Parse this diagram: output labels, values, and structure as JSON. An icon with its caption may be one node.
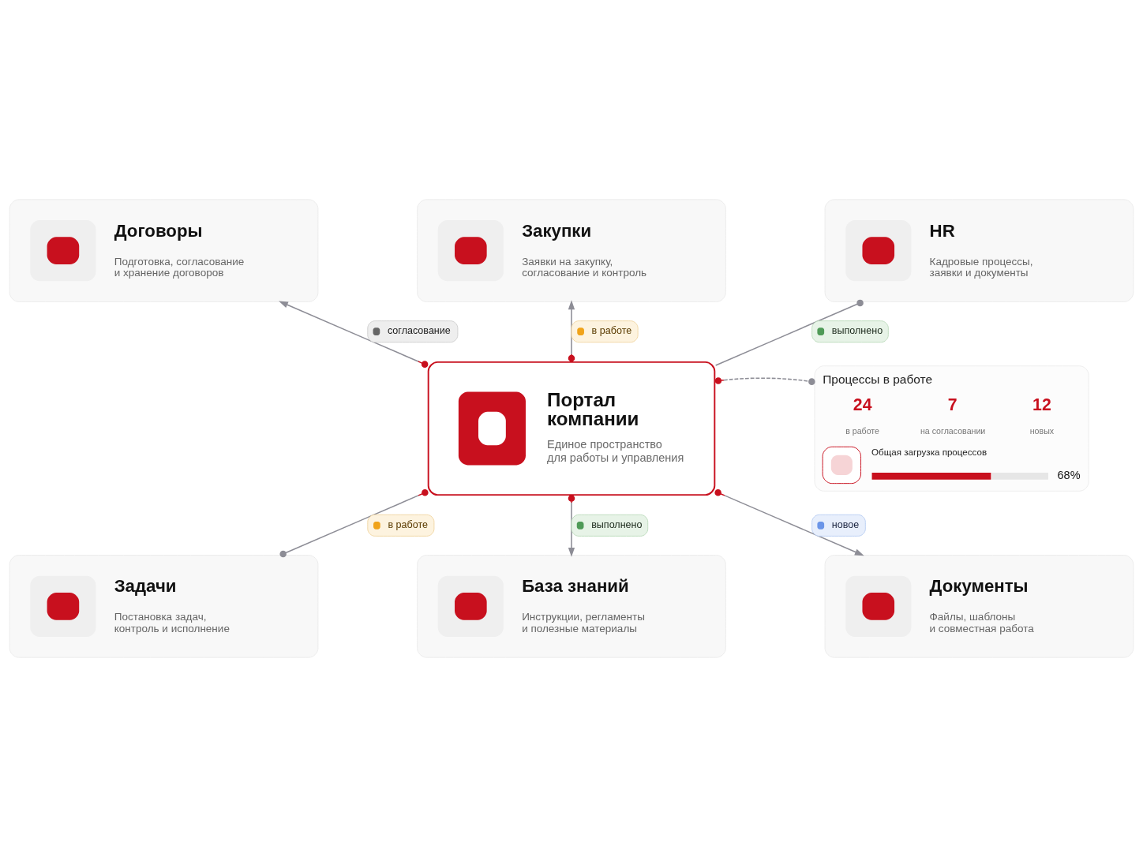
{
  "diagram": {
    "nodes": [
      {
        "text": [
          "Договоры",
          "Подготовка, согласование и хранение договоров"
        ]
      },
      {
        "text": [
          "Закупки",
          "Заявки на закупку, согласование и контроль"
        ]
      },
      {
        "text": [
          "HR",
          "Кадровые процессы, заявки и документы"
        ]
      },
      {
        "text": [
          "Портал компании",
          "Единое пространство для работы и управления"
        ]
      },
      {
        "text": [
          "Процессы в работе",
          "24",
          "в работе",
          "7",
          "на согласовании",
          "12",
          "новых",
          "Общая загрузка процессов",
          "68%"
        ]
      },
      {
        "text": [
          "Задачи",
          "Постановка задач, контроль и исполнение"
        ]
      },
      {
        "text": [
          "База знаний",
          "Инструкции, регламенты и полезные материалы"
        ]
      },
      {
        "text": [
          "Документы",
          "Файлы, шаблоны и совместная работа"
        ]
      }
    ],
    "edges": [
      {
        "from": 3,
        "to": 0,
        "arrow": "to",
        "label": "согласование"
      },
      {
        "from": 3,
        "to": 1,
        "arrow": "to",
        "label": "в работе"
      },
      {
        "from": 3,
        "to": 2,
        "arrow": "other",
        "label": "выполнено"
      },
      {
        "from": 3,
        "to": 4,
        "arrow": "other",
        "style": "dashed"
      },
      {
        "from": 3,
        "to": 5,
        "arrow": "other",
        "label": "в работе"
      },
      {
        "from": 3,
        "to": 6,
        "arrow": "to",
        "label": "выполнено"
      },
      {
        "from": 3,
        "to": 7,
        "arrow": "to",
        "label": "новое"
      }
    ]
  }
}
